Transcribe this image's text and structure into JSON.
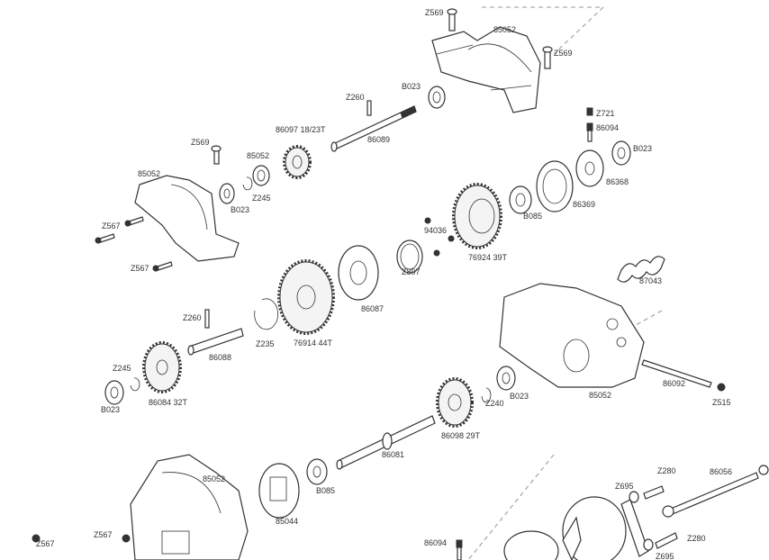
{
  "diagram": {
    "labels": {
      "z569_top": "Z569",
      "h85052_top": "85052",
      "z569_right": "Z569",
      "z260_top": "Z260",
      "b023_top": "B023",
      "g86097": "86097 18/23T",
      "s86089": "86089",
      "z569_left": "Z569",
      "p85052_spacer": "85052",
      "h85052_left": "85052",
      "z245_a": "Z245",
      "b023_left": "B023",
      "z567_a": "Z567",
      "z567_b": "Z567",
      "z721": "Z721",
      "p86094_a": "86094",
      "b023_right": "B023",
      "p86368": "86368",
      "p86369": "86369",
      "b085_a": "B085",
      "p94036": "94036",
      "g76924": "76924 39T",
      "z897": "Z897",
      "p87043": "87043",
      "p86087": "86087",
      "z260_mid": "Z260",
      "z235": "Z235",
      "g76914": "76914 44T",
      "s86088": "86088",
      "z245_b": "Z245",
      "b023_low": "B023",
      "g86084": "86084 32T",
      "b023_mid": "B023",
      "z240": "Z240",
      "g86098": "86098 29T",
      "h85052_right": "85052",
      "s86092": "86092",
      "z515": "Z515",
      "s86081": "86081",
      "h85052_bottom": "85052",
      "b085_b": "B085",
      "p85044": "85044",
      "z567_c": "Z567",
      "z567_d": "Z567",
      "z695_a": "Z695",
      "z280_a": "Z280",
      "s86056": "86056",
      "p86094_b": "86094",
      "z280_b": "Z280",
      "z695_b": "Z695"
    }
  }
}
